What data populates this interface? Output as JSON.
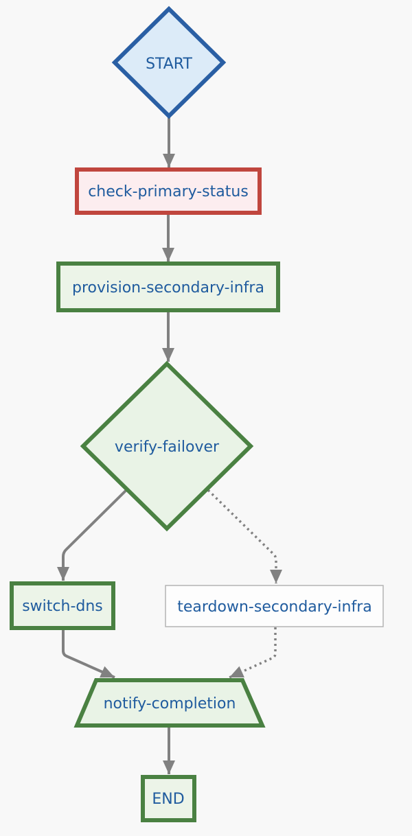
{
  "diagram": {
    "type": "flowchart",
    "background": "#f8f8f8",
    "text_color": "#1f5b9e",
    "edge_color": "#818181",
    "nodes": {
      "start": {
        "label": "START",
        "shape": "diamond",
        "fill": "#dcebf8",
        "border": "#2a5fa4"
      },
      "check_primary_status": {
        "label": "check-primary-status",
        "shape": "rectangle",
        "fill": "#fcedef",
        "border": "#c0463e"
      },
      "provision_secondary_infra": {
        "label": "provision-secondary-infra",
        "shape": "rectangle",
        "fill": "#ecf4e8",
        "border": "#4a8142"
      },
      "verify_failover": {
        "label": "verify-failover",
        "shape": "diamond",
        "fill": "#e9f3e6",
        "border": "#4a8142"
      },
      "switch_dns": {
        "label": "switch-dns",
        "shape": "rectangle",
        "fill": "#ecf4e8",
        "border": "#4a8142"
      },
      "teardown_secondary_infra": {
        "label": "teardown-secondary-infra",
        "shape": "rectangle",
        "fill": "#fdfdfd",
        "border": "#b4b4b4"
      },
      "notify_completion": {
        "label": "notify-completion",
        "shape": "trapezoid",
        "fill": "#e9f3e6",
        "border": "#4a8142"
      },
      "end": {
        "label": "END",
        "shape": "rectangle",
        "fill": "#ecf4e8",
        "border": "#4a8142"
      }
    },
    "edges": [
      {
        "from": "start",
        "to": "check_primary_status",
        "style": "solid"
      },
      {
        "from": "check_primary_status",
        "to": "provision_secondary_infra",
        "style": "solid"
      },
      {
        "from": "provision_secondary_infra",
        "to": "verify_failover",
        "style": "solid"
      },
      {
        "from": "verify_failover",
        "to": "switch_dns",
        "style": "solid"
      },
      {
        "from": "verify_failover",
        "to": "teardown_secondary_infra",
        "style": "dotted"
      },
      {
        "from": "switch_dns",
        "to": "notify_completion",
        "style": "solid"
      },
      {
        "from": "teardown_secondary_infra",
        "to": "notify_completion",
        "style": "dotted"
      },
      {
        "from": "notify_completion",
        "to": "end",
        "style": "solid"
      }
    ]
  }
}
